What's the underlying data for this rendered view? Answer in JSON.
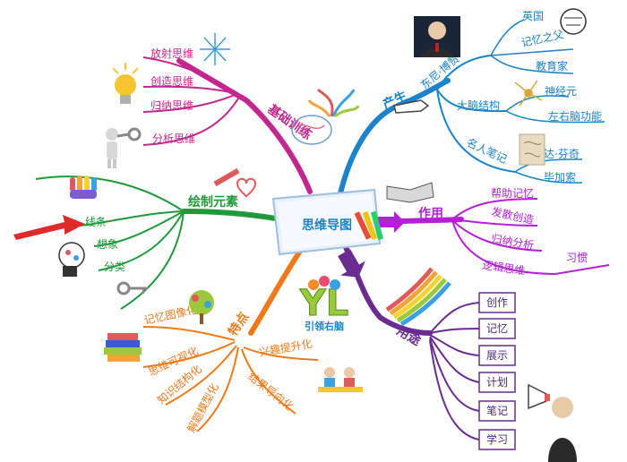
{
  "center": {
    "title": "思维导图"
  },
  "logo": {
    "mark": "YL",
    "text": "引领右脑"
  },
  "colors": {
    "orange": "#f07a1a",
    "magenta": "#c2278e",
    "green": "#1f9a3a",
    "blue": "#1a83c9",
    "violet": "#b320d6",
    "purple": "#6a2c91"
  },
  "branches": {
    "jichu": {
      "label": "基础训练",
      "children": [
        "放射思维",
        "创造思维",
        "归纳思维",
        "分析思维"
      ]
    },
    "chansheng": {
      "label": "产生",
      "children": [
        {
          "label": "东尼·博赞",
          "sub": [
            "英国",
            "记忆之父",
            "教育家"
          ]
        },
        {
          "label": "大脑结构",
          "sub": [
            "神经元",
            "左右脑功能"
          ]
        },
        {
          "label": "名人笔记",
          "sub": [
            "达·芬奇",
            "毕加索"
          ]
        }
      ]
    },
    "huizhi": {
      "label": "绘制元素",
      "children": [
        "线条",
        "想象",
        "分类"
      ]
    },
    "zuoyong": {
      "label": "作用",
      "children": [
        "帮助记忆",
        "发散创造",
        "归纳分析",
        "逻辑思维"
      ],
      "extra": "习惯"
    },
    "tedian": {
      "label": "特点",
      "children": [
        "记忆图像化",
        "思维可视化",
        "知识结构化",
        "解题模型化",
        "兴趣提升化",
        "结果导向化"
      ]
    },
    "yongtu": {
      "label": "用途",
      "children": [
        "创作",
        "记忆",
        "展示",
        "计划",
        "笔记",
        "学习"
      ]
    }
  }
}
